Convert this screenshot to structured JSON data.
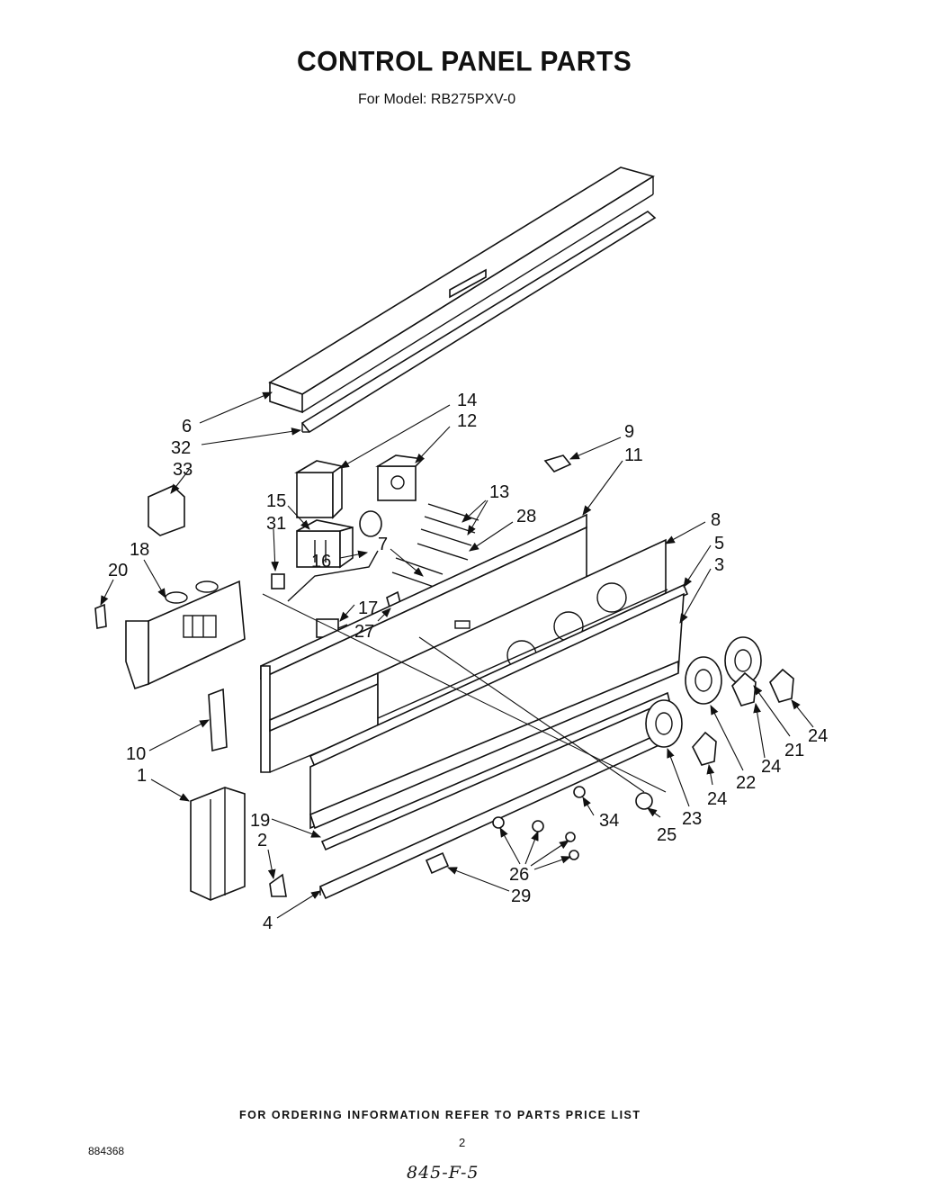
{
  "header": {
    "title": "CONTROL PANEL PARTS",
    "subtitle": "For Model: RB275PXV-0"
  },
  "callouts": [
    {
      "id": "6",
      "label": "6"
    },
    {
      "id": "32",
      "label": "32"
    },
    {
      "id": "33",
      "label": "33"
    },
    {
      "id": "14",
      "label": "14"
    },
    {
      "id": "12",
      "label": "12"
    },
    {
      "id": "9",
      "label": "9"
    },
    {
      "id": "11",
      "label": "11"
    },
    {
      "id": "13",
      "label": "13"
    },
    {
      "id": "28",
      "label": "28"
    },
    {
      "id": "15",
      "label": "15"
    },
    {
      "id": "31",
      "label": "31"
    },
    {
      "id": "7",
      "label": "7"
    },
    {
      "id": "8",
      "label": "8"
    },
    {
      "id": "5",
      "label": "5"
    },
    {
      "id": "3",
      "label": "3"
    },
    {
      "id": "18",
      "label": "18"
    },
    {
      "id": "20",
      "label": "20"
    },
    {
      "id": "16",
      "label": "16"
    },
    {
      "id": "17",
      "label": "17"
    },
    {
      "id": "27",
      "label": "27"
    },
    {
      "id": "10",
      "label": "10"
    },
    {
      "id": "1",
      "label": "1"
    },
    {
      "id": "19",
      "label": "19"
    },
    {
      "id": "2",
      "label": "2"
    },
    {
      "id": "4",
      "label": "4"
    },
    {
      "id": "34",
      "label": "34"
    },
    {
      "id": "26",
      "label": "26"
    },
    {
      "id": "29",
      "label": "29"
    },
    {
      "id": "25",
      "label": "25"
    },
    {
      "id": "23",
      "label": "23"
    },
    {
      "id": "24a",
      "label": "24"
    },
    {
      "id": "22",
      "label": "22"
    },
    {
      "id": "24b",
      "label": "24"
    },
    {
      "id": "21",
      "label": "21"
    },
    {
      "id": "24c",
      "label": "24"
    }
  ],
  "footer": {
    "ordering_note": "FOR ORDERING INFORMATION REFER TO PARTS PRICE LIST",
    "document_number": "884368",
    "page_number": "2",
    "handwritten_note": "845-F-5"
  }
}
